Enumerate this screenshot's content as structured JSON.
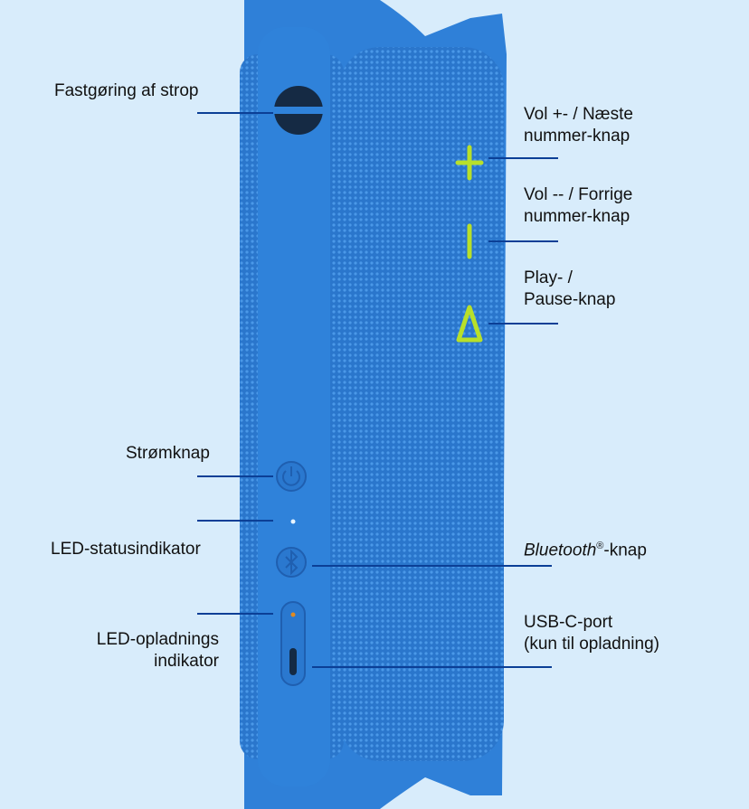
{
  "title": "Speaker rear view controls",
  "colors": {
    "background": "#d8ecfb",
    "speaker": "#2f80d8",
    "accent": "#b8e02a",
    "leader": "#0b3f96"
  },
  "labels": {
    "strap": "Fastgøring af strop",
    "vol_up": [
      "Vol +- / Næste",
      "nummer-knap"
    ],
    "vol_down": [
      "Vol -- / Forrige",
      "nummer-knap"
    ],
    "play": [
      "Play- /",
      "Pause-knap"
    ],
    "power": "Strømknap",
    "led_status": "LED-statusindikator",
    "bluetooth_italic": "Bluetooth",
    "bluetooth_reg": "®",
    "bluetooth_rest": "-knap",
    "led_charge": [
      "LED-opladnings",
      "indikator"
    ],
    "usb": [
      "USB-C-port",
      "(kun til opladning)"
    ]
  }
}
